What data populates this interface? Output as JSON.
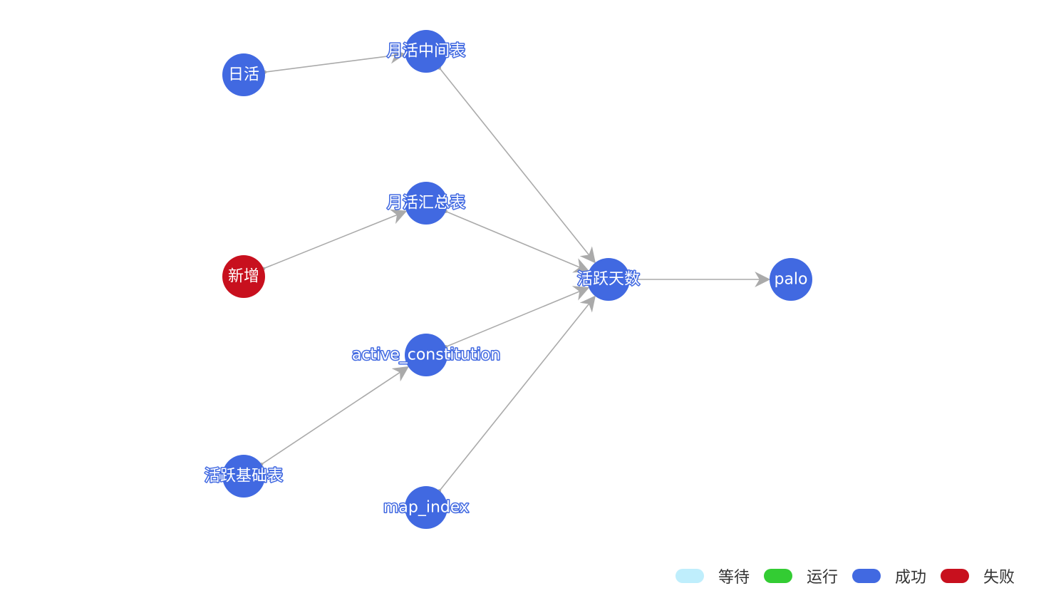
{
  "graph": {
    "nodes": [
      {
        "id": "riho",
        "label": "日活",
        "status": "success"
      },
      {
        "id": "yuehuo_zj",
        "label": "月活中间表",
        "status": "success"
      },
      {
        "id": "xinzeng",
        "label": "新增",
        "status": "failed"
      },
      {
        "id": "yuehuo_hz",
        "label": "月活汇总表",
        "status": "success"
      },
      {
        "id": "active_constitution",
        "label": "active_constitution",
        "status": "success"
      },
      {
        "id": "huoyue_jc",
        "label": "活跃基础表",
        "status": "success"
      },
      {
        "id": "map_index",
        "label": "map_index",
        "status": "success"
      },
      {
        "id": "huoyue_ts",
        "label": "活跃天数",
        "status": "success"
      },
      {
        "id": "palo",
        "label": "palo",
        "status": "success"
      }
    ],
    "edges": [
      {
        "from": "riho",
        "to": "yuehuo_zj"
      },
      {
        "from": "yuehuo_zj",
        "to": "huoyue_ts"
      },
      {
        "from": "xinzeng",
        "to": "yuehuo_hz"
      },
      {
        "from": "yuehuo_hz",
        "to": "huoyue_ts"
      },
      {
        "from": "huoyue_jc",
        "to": "active_constitution"
      },
      {
        "from": "active_constitution",
        "to": "huoyue_ts"
      },
      {
        "from": "map_index",
        "to": "huoyue_ts"
      },
      {
        "from": "huoyue_ts",
        "to": "palo"
      }
    ]
  },
  "legend": {
    "items": [
      {
        "status": "waiting",
        "label": "等待",
        "color": "#bfeefc"
      },
      {
        "status": "running",
        "label": "运行",
        "color": "#33cc33"
      },
      {
        "status": "success",
        "label": "成功",
        "color": "#4169e1"
      },
      {
        "status": "failed",
        "label": "失败",
        "color": "#c8101e"
      }
    ]
  },
  "colors": {
    "success": "#4169e1",
    "failed": "#c8101e",
    "edge": "#aaaaaa"
  }
}
